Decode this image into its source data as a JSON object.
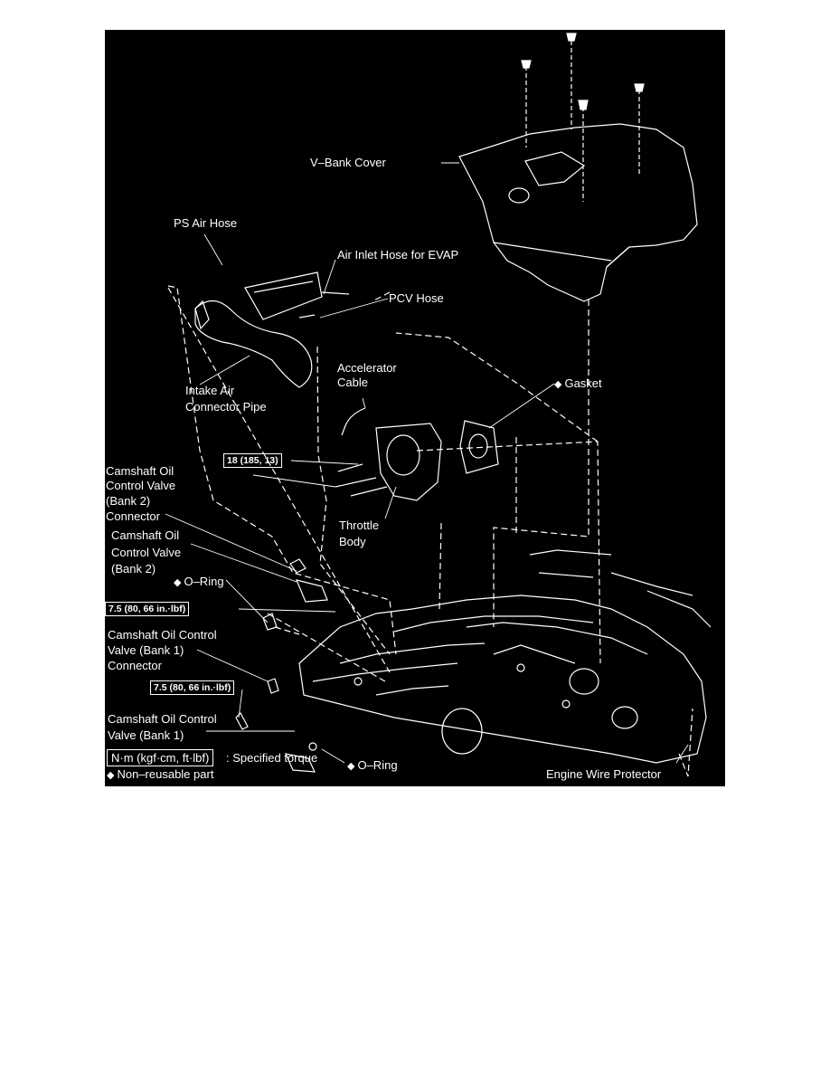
{
  "diagram": {
    "labels": {
      "v_bank_cover": "V–Bank Cover",
      "ps_air_hose": "PS Air Hose",
      "air_inlet_hose": "Air Inlet Hose for EVAP",
      "pcv_hose": "PCV Hose",
      "accelerator_cable_1": "Accelerator",
      "accelerator_cable_2": "Cable",
      "gasket": "Gasket",
      "intake_air_1": "Intake Air",
      "intake_air_2": "Connector Pipe",
      "cam_b2_conn_1": "Camshaft Oil",
      "cam_b2_conn_2": "Control Valve",
      "cam_b2_conn_3": "(Bank 2)",
      "cam_b2_conn_4": "Connector",
      "cam_b2_valve_1": "Camshaft Oil",
      "cam_b2_valve_2": "Control Valve",
      "cam_b2_valve_3": "(Bank 2)",
      "o_ring_upper": "O–Ring",
      "throttle_1": "Throttle",
      "throttle_2": "Body",
      "cam_b1_conn_1": "Camshaft Oil Control",
      "cam_b1_conn_2": "Valve (Bank 1)",
      "cam_b1_conn_3": "Connector",
      "cam_b1_valve_1": "Camshaft Oil Control",
      "cam_b1_valve_2": "Valve (Bank 1)",
      "o_ring_lower": "O–Ring",
      "engine_wire_protector": "Engine Wire Protector"
    },
    "torque_boxes": {
      "throttle_bolt": "18 (185, 13)",
      "bank2_bolt": "7.5 (80, 66 in.·lbf)",
      "bank1_bolt": "7.5 (80, 66 in.·lbf)"
    },
    "legend": {
      "unit_box": "N·m (kgf·cm, ft·lbf)",
      "unit_desc": ": Specified torque",
      "non_reusable": "Non–reusable part"
    },
    "symbols": {
      "diamond": "◆"
    },
    "colors": {
      "background": "#000000",
      "ink": "#ffffff",
      "page": "#ffffff"
    }
  }
}
